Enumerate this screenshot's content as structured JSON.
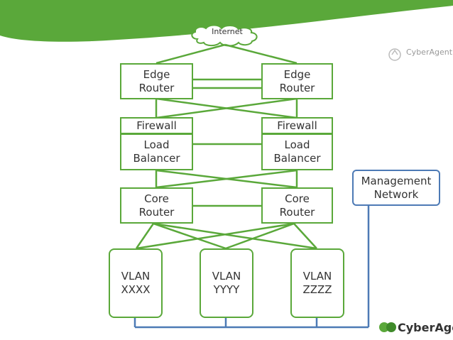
{
  "diagram": {
    "internet": "Internet",
    "edge_router_left": "Edge\nRouter",
    "edge_router_right": "Edge\nRouter",
    "firewall_left": "Firewall",
    "firewall_right": "Firewall",
    "load_balancer_left": "Load\nBalancer",
    "load_balancer_right": "Load\nBalancer",
    "core_router_left": "Core\nRouter",
    "core_router_right": "Core\nRouter",
    "vlan_1": "VLAN\nXXXX",
    "vlan_2": "VLAN\nYYYY",
    "vlan_3": "VLAN\nZZZZ",
    "management_network": "Management\nNetwork"
  },
  "branding": {
    "logo_top": "CyberAgent",
    "logo_bottom": "CyberAgent"
  },
  "colors": {
    "accent_green": "#5aa83a",
    "management_blue": "#4d7ab5"
  }
}
